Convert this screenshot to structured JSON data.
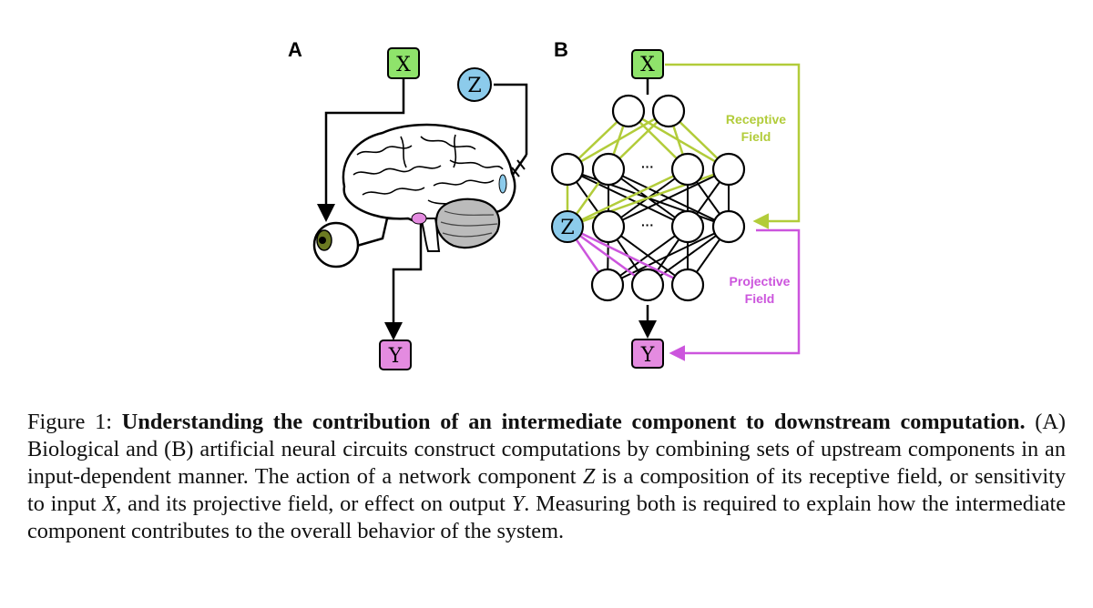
{
  "panel_a": {
    "letter": "A",
    "x_label": "X",
    "y_label": "Y",
    "z_label": "Z"
  },
  "panel_b": {
    "letter": "B",
    "x_label": "X",
    "y_label": "Y",
    "z_label": "Z",
    "ellipsis_top": "···",
    "ellipsis_mid": "···",
    "receptive_line1": "Receptive",
    "receptive_line2": "Field",
    "projective_line1": "Projective",
    "projective_line2": "Field"
  },
  "colors": {
    "x_fill": "#8FE36B",
    "z_fill": "#8CCBEB",
    "y_fill": "#E48BE0",
    "receptive": "#B2CC3A",
    "projective": "#CC55DD"
  },
  "caption": {
    "figure_label": "Figure 1:",
    "bold_title": "Understanding the contribution of an intermediate component to downstream computation.",
    "part1": "(A) Biological and (B) artificial neural circuits construct computations by combining sets of upstream components in an input-dependent manner. The action of a network component",
    "var_z": "Z",
    "part2": "is a composition of its receptive field, or sensitivity to input",
    "var_x": "X",
    "part3": ", and its projective field, or effect on output",
    "var_y": "Y",
    "part4": ". Measuring both is required to explain how the intermediate component contributes to the overall behavior of the system."
  }
}
